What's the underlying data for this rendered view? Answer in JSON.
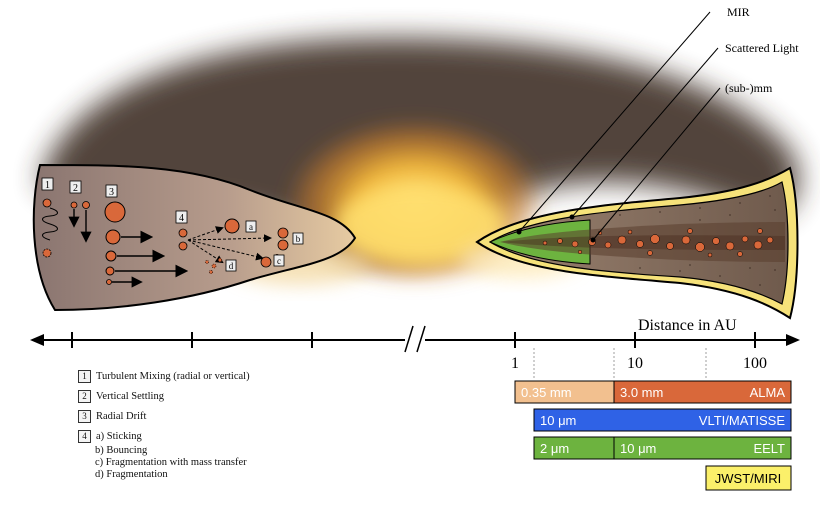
{
  "labels": {
    "mir": "MIR",
    "scattered_light": "Scattered Light",
    "submm": "(sub-)mm"
  },
  "axis": {
    "title": "Distance in AU",
    "ticks": [
      "1",
      "10",
      "100"
    ]
  },
  "process_labels": [
    "1",
    "2",
    "3",
    "4",
    "a",
    "b",
    "c",
    "d"
  ],
  "legend": [
    {
      "num": "1",
      "text": "Turbulent Mixing (radial or vertical)"
    },
    {
      "num": "2",
      "text": "Vertical Settling"
    },
    {
      "num": "3",
      "text": "Radial Drift"
    },
    {
      "num": "4",
      "lines": [
        "a) Sticking",
        "b) Bouncing",
        "c) Fragmentation with mass transfer",
        "d) Fragmentation"
      ]
    }
  ],
  "instruments": [
    {
      "name": "ALMA",
      "segments": [
        "0.35 mm",
        "3.0 mm"
      ],
      "colors": [
        "#f2c08f",
        "#d9683a"
      ]
    },
    {
      "name": "VLTI/MATISSE",
      "segments": [
        "10 μm"
      ],
      "colors": [
        "#2f62e6"
      ]
    },
    {
      "name": "EELT",
      "segments": [
        "2 μm",
        "10 μm"
      ],
      "colors": [
        "#6db33f",
        "#6db33f"
      ]
    },
    {
      "name": "JWST/MIRI",
      "segments": [],
      "colors": [
        "#fbf06a"
      ]
    }
  ]
}
